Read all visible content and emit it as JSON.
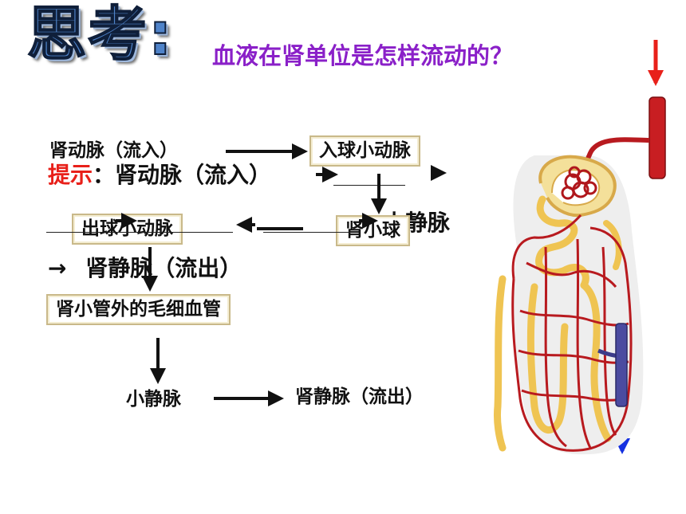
{
  "title": {
    "heading": "思考",
    "colon": ":",
    "question": "血液在肾单位是怎样流动的？"
  },
  "flow": {
    "renal_artery_in": "肾动脉（流入）",
    "afferent_arteriole": "入球小动脉",
    "hint_label": "提示",
    "hint_colon": "：",
    "hint_text": "肾动脉（流入）",
    "venule_overlap": "小静脉",
    "efferent_arteriole": "出球小动脉",
    "glomerulus": "肾小球",
    "renal_vein_out_arrow": "→",
    "renal_vein_out_text": "肾静脉（流出）",
    "peritubular_capillaries": "肾小管外的毛细血管",
    "venule": "小静脉",
    "renal_vein_out": "肾静脉（流出）"
  },
  "colors": {
    "question": "#8a20c8",
    "hint": "#e8201a",
    "arrow_in": "#e8201a",
    "arrow_out": "#1530e0"
  }
}
